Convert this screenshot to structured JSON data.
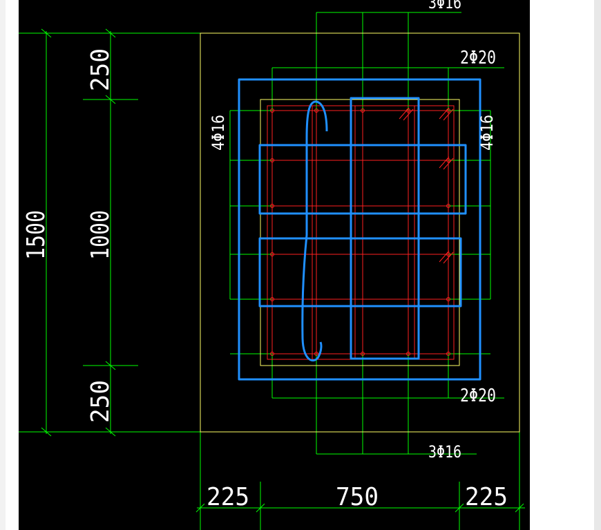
{
  "colors": {
    "background": "#000000",
    "dimension_lines": "#00ff00",
    "outline": "#ffff66",
    "stirrups_highlight": "#2090ff",
    "rebar_frame": "#ff2020",
    "text": "#ffffff"
  },
  "dimensions": {
    "vertical_total": "1500",
    "vertical_top": "250",
    "vertical_middle": "1000",
    "vertical_bottom": "250",
    "horizontal_left": "225",
    "horizontal_middle": "750",
    "horizontal_right": "225"
  },
  "rebar_labels": {
    "top_3": "3Φ16",
    "top_2": "2Φ20",
    "left_4": "4Φ16",
    "right_4": "4Φ16",
    "bottom_2": "2Φ20",
    "bottom_3": "3Φ16"
  }
}
